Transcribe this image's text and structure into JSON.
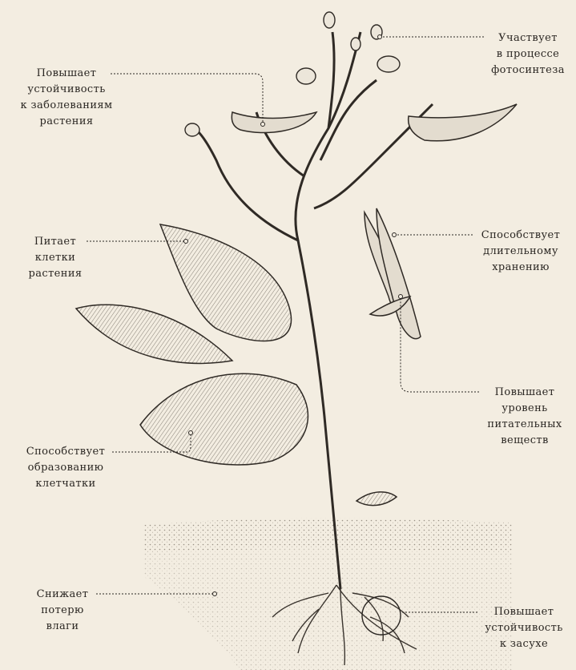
{
  "annotations": {
    "photosynthesis": "Участвует\nв процессе\nфотосинтеза",
    "disease_resistance": "Повышает\nустойчивость\nк заболеваниям\nрастения",
    "nourishes_cells": "Питает\nклетки\nрастения",
    "long_storage": "Способствует\nдлительному\nхранению",
    "nutrient_level": "Повышает\nуровень\nпитательных\nвеществ",
    "fiber_formation": "Способствует\nобразованию\nклетчатки",
    "moisture_loss": "Снижает\nпотерю\nвлаги",
    "drought_resistance": "Повышает\nустойчивость\nк засухе"
  },
  "colors": {
    "background": "#f3ede1",
    "ink": "#2a2622",
    "soil": "#b8b0a3"
  }
}
